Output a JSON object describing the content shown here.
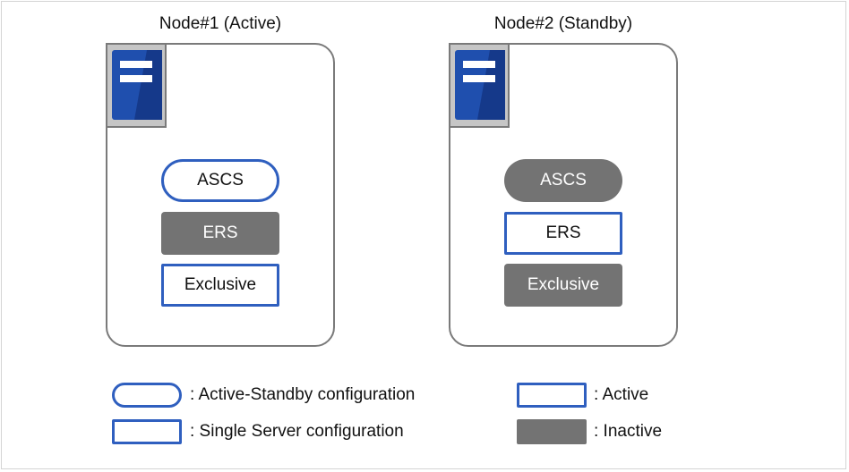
{
  "nodes": [
    {
      "title": "Node#1 (Active)",
      "components": [
        {
          "label": "ASCS",
          "shape": "pill",
          "state": "active"
        },
        {
          "label": "ERS",
          "shape": "rect",
          "state": "inactive"
        },
        {
          "label": "Exclusive",
          "shape": "rect",
          "state": "active"
        }
      ]
    },
    {
      "title": "Node#2 (Standby)",
      "components": [
        {
          "label": "ASCS",
          "shape": "pill",
          "state": "inactive"
        },
        {
          "label": "ERS",
          "shape": "rect",
          "state": "active"
        },
        {
          "label": "Exclusive",
          "shape": "rect",
          "state": "inactive"
        }
      ]
    }
  ],
  "legend": {
    "active_standby": ": Active-Standby configuration",
    "single_server": ": Single Server configuration",
    "active": ": Active",
    "inactive": ": Inactive"
  },
  "colors": {
    "active_border": "#2f5fbf",
    "inactive_fill": "#737373",
    "server_blue": "#1f4fae",
    "node_border": "#7a7a7a"
  },
  "icons": {
    "server": "server-icon"
  }
}
